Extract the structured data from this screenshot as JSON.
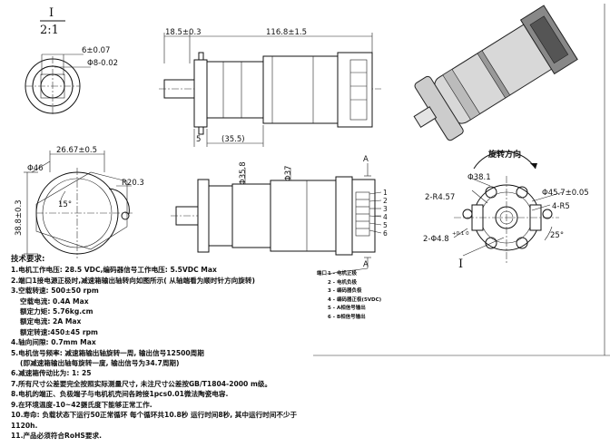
{
  "scale": {
    "num": "I",
    "den": "2:1"
  },
  "dims": {
    "flat": "6±0.07",
    "shaft": "Φ8-0.02",
    "overhang": "18.5±0.3",
    "length": "116.8±1.5",
    "five": "5",
    "mid": "(35.5)",
    "width": "26.67±0.5",
    "d46": "Φ46",
    "r20": "R20.3",
    "h38": "38.8±0.3",
    "ang15": "15°",
    "d358": "Φ35.8",
    "d37": "Φ37",
    "a_top": "A",
    "a_bot": "A",
    "d381": "Φ38.1",
    "r457": "2-R4.57",
    "d457": "Φ45.7±0.05",
    "r5": "4-R5",
    "hole": "2-Φ4.8",
    "hole_tol": "+0.1 0",
    "ang25": "25°",
    "view_i": "I"
  },
  "rotation_title": "旋转方向",
  "pins": [
    "1",
    "2",
    "3",
    "4",
    "5",
    "6"
  ],
  "wiring": {
    "label": "端口",
    "items": [
      "1 - 电机正极",
      "2 - 电机负极",
      "3 - 编码器负极",
      "4 - 编码器正极(5VDC)",
      "5 - A相信号输出",
      "6 - B相信号输出"
    ]
  },
  "notes": {
    "title": "技术要求:",
    "lines": [
      "1.电机工作电压: 28.5 VDC,编码器信号工作电压: 5.5VDC Max",
      "2.端口1接电源正极时,减速箱输出轴转向如图所示( 从轴端看为顺时针方向旋转)",
      "3.空载转速: 500±50 rpm",
      "空载电流: 0.4A Max",
      "额定力矩: 5.76kg.cm",
      "额定电流: 2A Max",
      "额定转速:450±45 rpm",
      "4.轴向间隙: 0.7mm Max",
      "5.电机信号频率: 减速箱输出轴旋转一周, 输出信号12500周期",
      "(即减速箱输出轴每旋转一度, 输出信号为34.7周期)",
      "6.减速箱传动比为: 1: 25",
      "7.所有尺寸公差要完全按照实际测量尺寸, 未注尺寸公差按GB/T1804-2000 m级。",
      "8.电机的端正、负极端子与电机机壳间各跨接1pcs0.01微法陶瓷电容.",
      "9.在环境温度-10~42摄氏度下能够正常工作.",
      "10.寿命: 负载状态下运行50正常循环 每个循环共10.8秒 运行时间8秒, 其中运行时间不少于1120h.",
      "11.产品必须符合RoHS要求."
    ]
  }
}
